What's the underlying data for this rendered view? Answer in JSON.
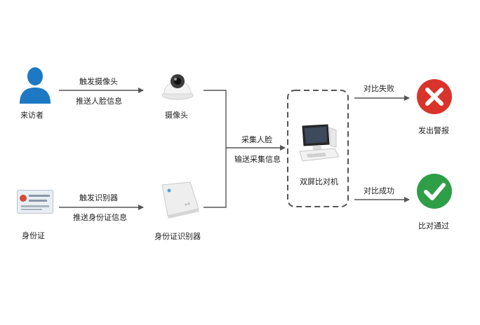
{
  "visitor": {
    "label": "来访者"
  },
  "id_card": {
    "label": "身份证"
  },
  "camera": {
    "label": "摄像头"
  },
  "reader": {
    "label": "身份证识别器"
  },
  "machine": {
    "label": "双屏比对机"
  },
  "fail": {
    "label": "发出警报"
  },
  "pass": {
    "label": "比对通过"
  },
  "edges": {
    "visitor_to_camera": [
      "触发摄像头",
      "推送人脸信息"
    ],
    "card_to_reader": [
      "触发识别器",
      "推送身份证信息"
    ],
    "to_machine": [
      "采集人脸",
      "输送采集信息"
    ],
    "to_fail": "对比失败",
    "to_pass": "对比成功"
  },
  "colors": {
    "person": "#1e79c4",
    "fail": "#d9342b",
    "pass": "#2e9e47",
    "line": "#555555",
    "dashed_box": "#555555"
  },
  "icons": {
    "visitor": "person-icon",
    "id_card": "id-card-icon",
    "camera": "dome-camera-icon",
    "reader": "card-reader-icon",
    "machine": "dual-screen-terminal-icon",
    "fail": "red-cross-icon",
    "pass": "green-check-icon"
  }
}
